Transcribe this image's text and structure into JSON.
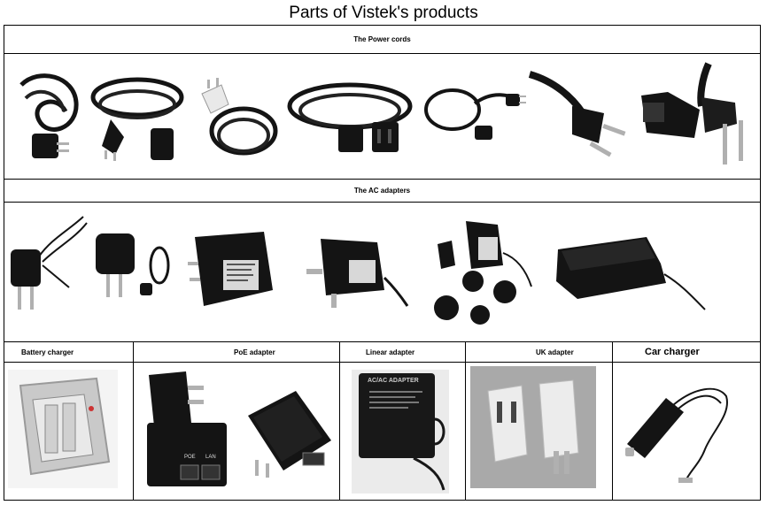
{
  "page": {
    "title": "Parts of Vistek's products"
  },
  "sections": {
    "power_cords": {
      "label": "The Power cords"
    },
    "ac_adapters": {
      "label": "The AC adapters"
    }
  },
  "bottom_row": {
    "cells": [
      {
        "label": "Battery charger"
      },
      {
        "label": "PoE adapter"
      },
      {
        "label": "Linear adapter"
      },
      {
        "label": "UK adapter"
      },
      {
        "label": "Car charger"
      }
    ]
  },
  "photo_texts": {
    "poe_port_left": "POE",
    "poe_port_right": "LAN",
    "linear_label": "AC/AC ADAPTER"
  },
  "colors": {
    "product_black": "#141414",
    "plug_white": "#e9e9e9",
    "metal": "#b0b0b0"
  }
}
